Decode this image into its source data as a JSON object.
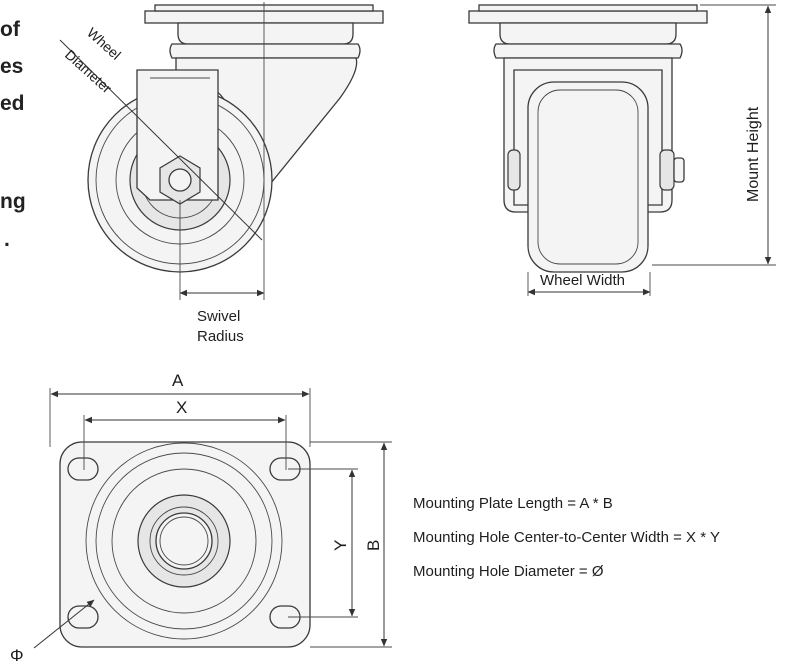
{
  "cut_text": {
    "line1": "of",
    "line2": "es",
    "line3": "ed",
    "line4": "ng",
    "line5": "."
  },
  "side_view": {
    "wheel_diameter_word1": "Wheel",
    "wheel_diameter_word2": "Diameter",
    "swivel_word1": "Swivel",
    "swivel_word2": "Radius"
  },
  "front_view": {
    "mount_height": "Mount Height",
    "wheel_width": "Wheel Width"
  },
  "plate_view": {
    "dim_a": "A",
    "dim_x": "X",
    "dim_y": "Y",
    "dim_b": "B",
    "dim_phi": "Φ"
  },
  "legend": {
    "line1": "Mounting Plate Length = A * B",
    "line2": "Mounting Hole Center-to-Center Width = X * Y",
    "line3": "Mounting Hole Diameter = Ø"
  }
}
